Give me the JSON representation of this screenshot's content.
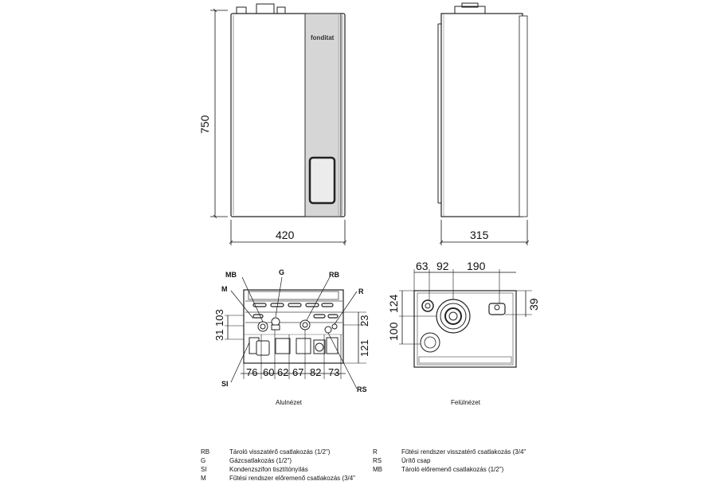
{
  "front_view": {
    "height_dim": "750",
    "width_dim": "420",
    "brand": "fonditat"
  },
  "side_view": {
    "depth_dim": "315"
  },
  "bottom_view": {
    "caption": "Alulnézet",
    "labels": {
      "MB": "MB",
      "G": "G",
      "RB": "RB",
      "M": "M",
      "R": "R",
      "SI": "SI",
      "RS": "RS"
    },
    "vertical_dims": [
      "103",
      "31",
      "23",
      "121"
    ],
    "horizontal_dims": [
      "76",
      "60",
      "62",
      "67",
      "82",
      "73"
    ]
  },
  "top_view": {
    "caption": "Felülnézet",
    "horizontal_dims": [
      "63",
      "92",
      "190"
    ],
    "vertical_dims": [
      "124",
      "100",
      "39"
    ]
  },
  "legend": {
    "left": [
      {
        "code": "RB",
        "text": "Tároló visszatérő csatlakozás (1/2\")"
      },
      {
        "code": "G",
        "text": "Gázcsatlakozás (1/2\")"
      },
      {
        "code": "SI",
        "text": "Kondenzszifon tisztítónyílás"
      },
      {
        "code": "M",
        "text": "Fűtési rendszer előremenő csatlakozás (3/4\""
      }
    ],
    "right": [
      {
        "code": "R",
        "text": "Fűtési rendszer visszatérő csatlakozás (3/4\""
      },
      {
        "code": "RS",
        "text": "Ürítő csap"
      },
      {
        "code": "MB",
        "text": "Tároló előremenő csatlakozás (1/2\")"
      }
    ]
  }
}
